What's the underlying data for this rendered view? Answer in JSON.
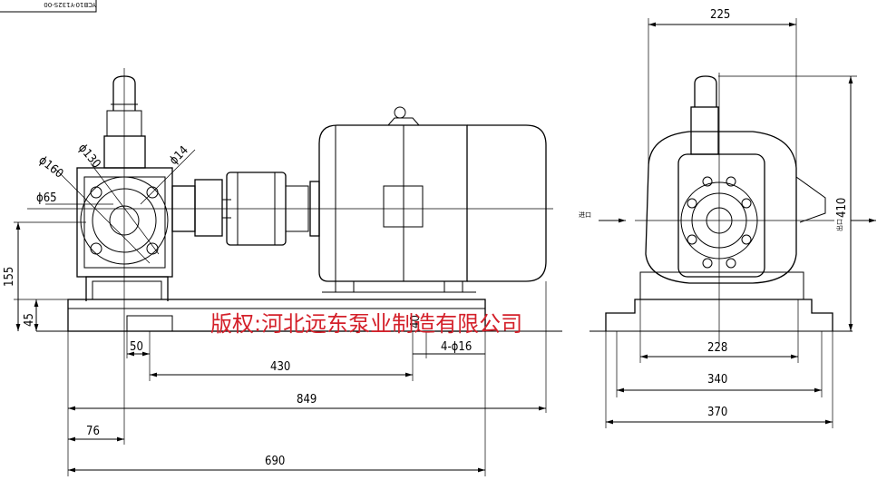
{
  "drawing_no": "YCB10-Y132S-00",
  "watermark": "版权:河北远东泵业制造有限公司",
  "side_view": {
    "diameter_labels": [
      "ϕ160",
      "ϕ130",
      "ϕ14",
      "ϕ65"
    ],
    "vertical_dims": [
      "155",
      "45",
      "40"
    ],
    "horizontal_dims": [
      "50",
      "430",
      "4-ϕ16",
      "849",
      "76",
      "690"
    ]
  },
  "end_view": {
    "top_dim": "225",
    "right_dim": "410",
    "bottom_dims": [
      "228",
      "340",
      "370"
    ],
    "inlet_label": "进口",
    "outlet_label": "出口"
  }
}
